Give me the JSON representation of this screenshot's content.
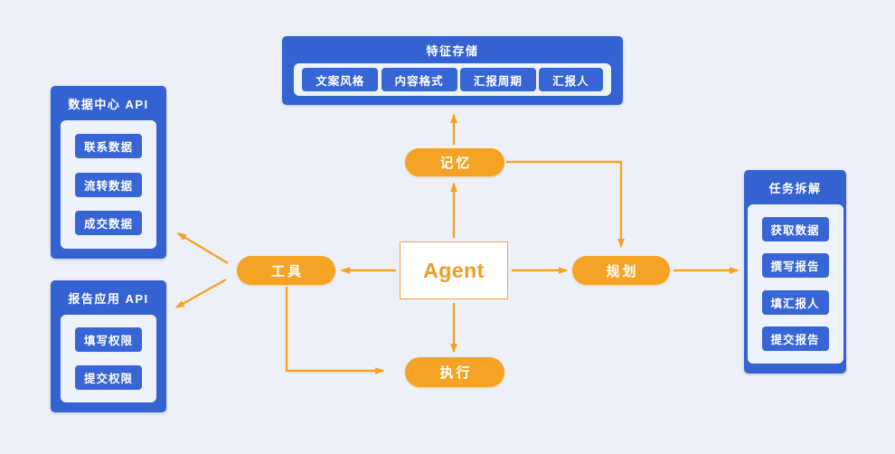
{
  "colors": {
    "background": "#edf1f7",
    "box_blue": "#3462d0",
    "chip_blue": "#3765d5",
    "panel_light": "#eef2fb",
    "accent_orange": "#f5a324"
  },
  "feature_store": {
    "title": "特征存储",
    "items": [
      "文案风格",
      "内容格式",
      "汇报周期",
      "汇报人"
    ]
  },
  "data_center": {
    "title": "数据中心 API",
    "items": [
      "联系数据",
      "流转数据",
      "成交数据"
    ]
  },
  "report_app": {
    "title": "报告应用 API",
    "items": [
      "填写权限",
      "提交权限"
    ]
  },
  "task_breakdown": {
    "title": "任务拆解",
    "items": [
      "获取数据",
      "撰写报告",
      "填汇报人",
      "提交报告"
    ]
  },
  "agent": {
    "label": "Agent"
  },
  "nodes": {
    "memory": "记忆",
    "tools": "工具",
    "planning": "规划",
    "execution": "执行"
  }
}
